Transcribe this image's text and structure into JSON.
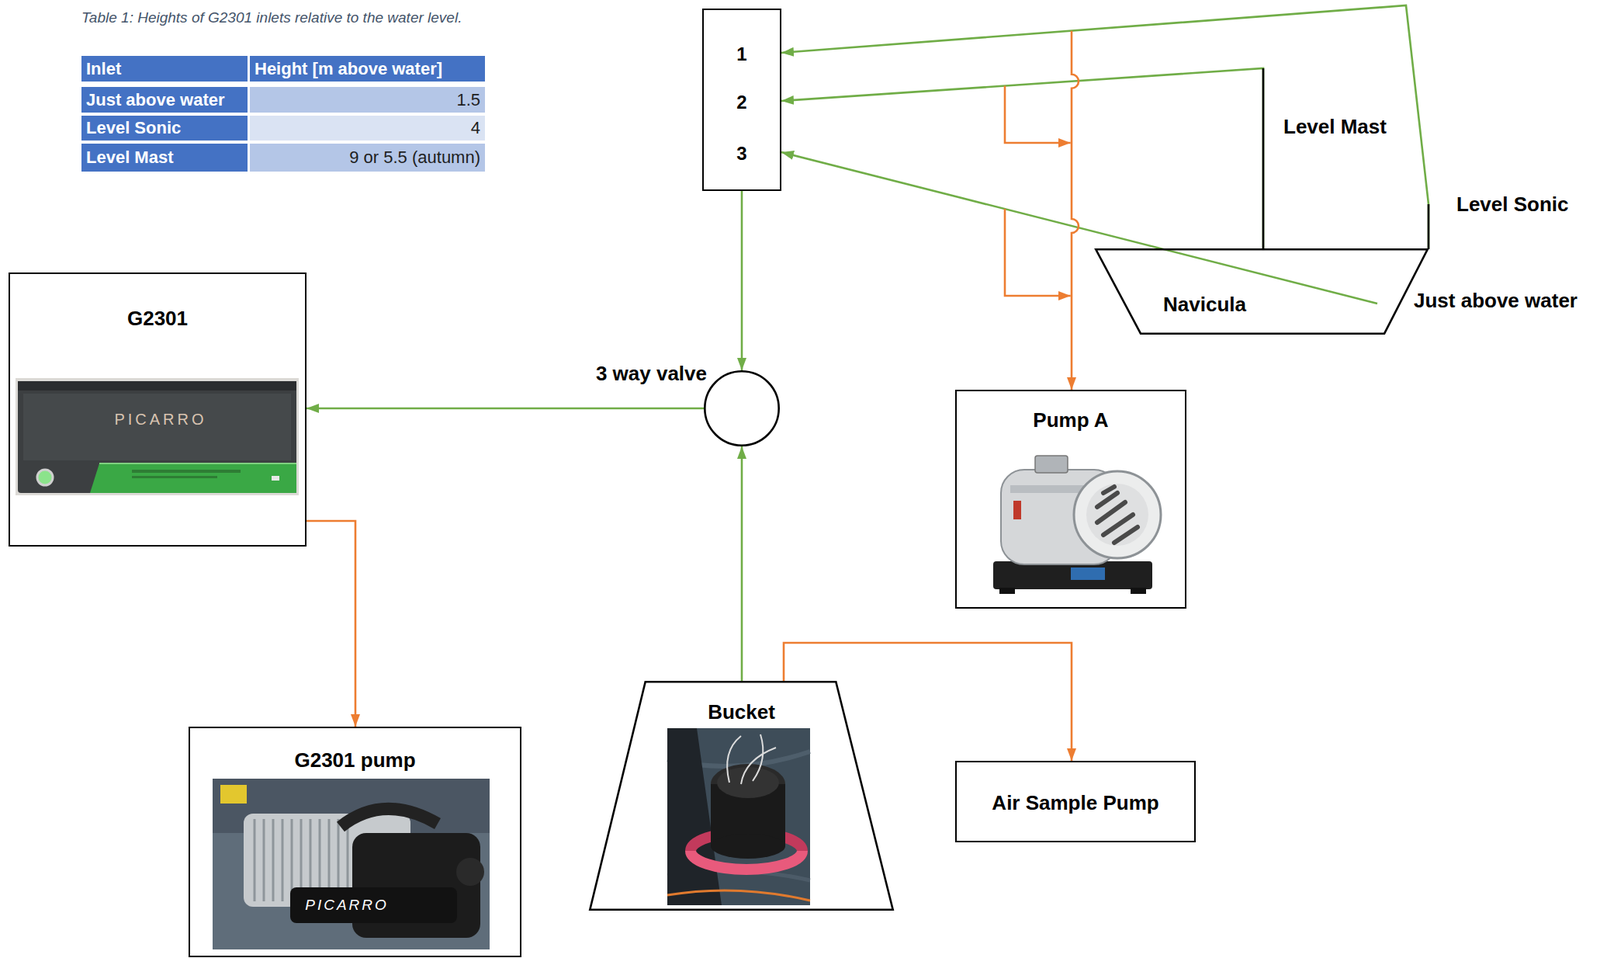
{
  "diagram": {
    "nodes": [
      {
        "text": [
          "1",
          "2",
          "3"
        ]
      },
      {
        "text": [
          "G2301"
        ]
      },
      {
        "text": [
          "3 way valve"
        ]
      },
      {
        "text": [
          "Navicula"
        ]
      },
      {
        "text": [
          "Pump A"
        ]
      },
      {
        "text": [
          "G2301 pump"
        ]
      },
      {
        "text": [
          "Bucket"
        ]
      },
      {
        "text": [
          "Air Sample Pump"
        ]
      }
    ],
    "edges": [
      {
        "from": 3,
        "to": 0,
        "arrow": "to"
      },
      {
        "from": 3,
        "to": 0,
        "arrow": "to"
      },
      {
        "from": 3,
        "to": 0,
        "arrow": "to"
      },
      {
        "from": 3,
        "to": 4,
        "arrow": "to"
      },
      {
        "from": 0,
        "to": 2,
        "arrow": "to"
      },
      {
        "from": 6,
        "to": 2,
        "arrow": "to"
      },
      {
        "from": 2,
        "to": 1,
        "arrow": "to"
      },
      {
        "from": 1,
        "to": 5,
        "arrow": "to"
      },
      {
        "from": 6,
        "to": 7,
        "arrow": "to"
      }
    ],
    "labels": [
      "Table 1: Heights of G2301 inlets relative to the water level.",
      "Inlet",
      "Height [m above water]",
      "Just above water",
      "1.5",
      "Level Sonic",
      "4",
      "Level Mast",
      "9 or 5.5 (autumn)",
      "Level Mast",
      "Level Sonic",
      "Just above water",
      "PICARRO",
      "PICARRO"
    ]
  }
}
